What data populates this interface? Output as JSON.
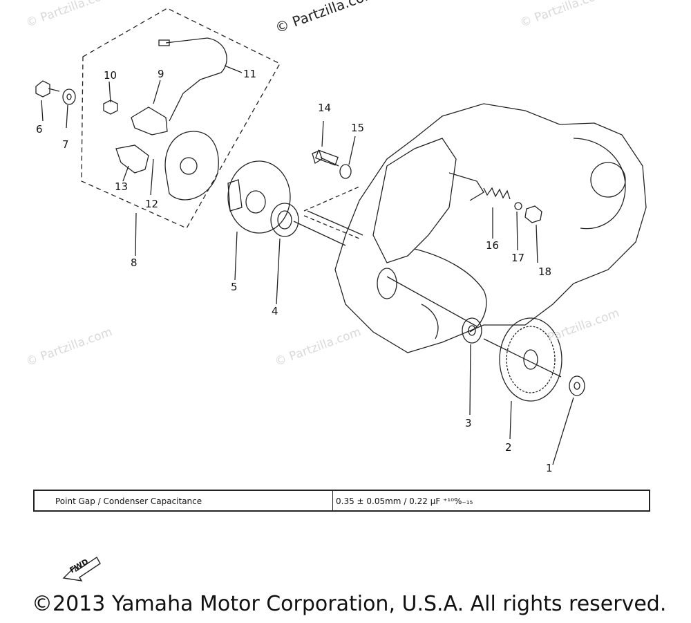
{
  "watermarks": {
    "top_center": "© Partzilla.com",
    "generic": "© Partzilla.com",
    "side": "Partzilla.com"
  },
  "callouts": [
    {
      "id": "6",
      "text": "6"
    },
    {
      "id": "7",
      "text": "7"
    },
    {
      "id": "10",
      "text": "10"
    },
    {
      "id": "9",
      "text": "9"
    },
    {
      "id": "11",
      "text": "11"
    },
    {
      "id": "13",
      "text": "13"
    },
    {
      "id": "12",
      "text": "12"
    },
    {
      "id": "8",
      "text": "8"
    },
    {
      "id": "5",
      "text": "5"
    },
    {
      "id": "4",
      "text": "4"
    },
    {
      "id": "14",
      "text": "14"
    },
    {
      "id": "15",
      "text": "15"
    },
    {
      "id": "16",
      "text": "16"
    },
    {
      "id": "17",
      "text": "17"
    },
    {
      "id": "18",
      "text": "18"
    },
    {
      "id": "3",
      "text": "3"
    },
    {
      "id": "2",
      "text": "2"
    },
    {
      "id": "1",
      "text": "1"
    }
  ],
  "spec": {
    "label": "Point Gap / Condenser Capacitance",
    "value": "0.35 ± 0.05mm / 0.22 μF ⁺¹⁰%₋₁₅"
  },
  "fwd_label": "FWD",
  "copyright": "©2013 Yamaha Motor Corporation, U.S.A. All rights reserved."
}
